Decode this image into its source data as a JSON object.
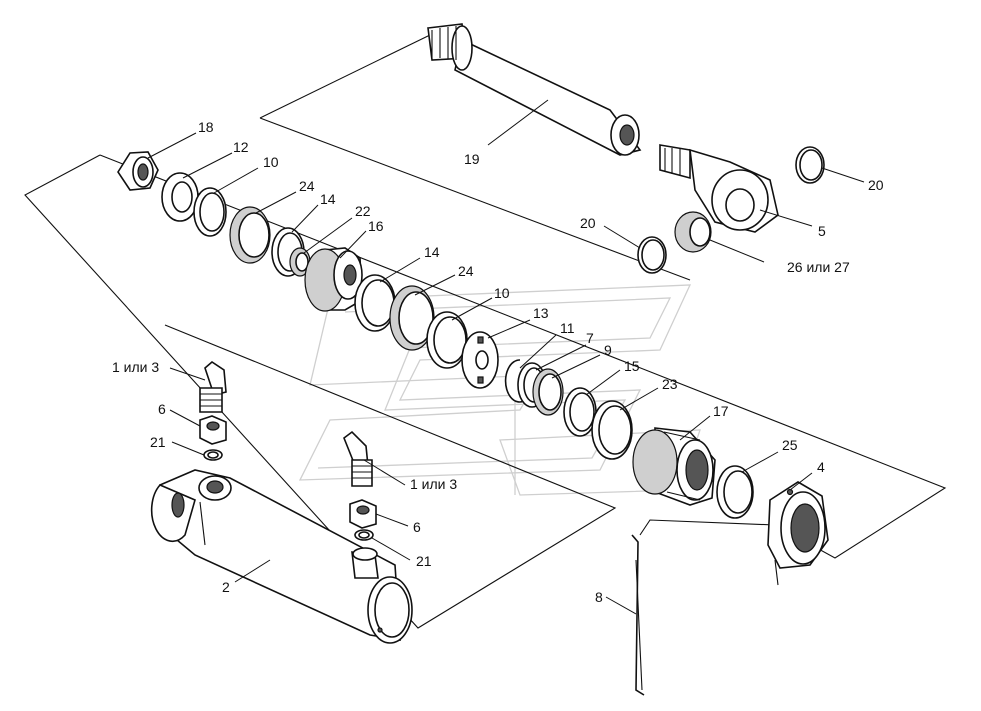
{
  "labels": {
    "l18": "18",
    "l12": "12",
    "l10a": "10",
    "l24a": "24",
    "l14a": "14",
    "l22": "22",
    "l16": "16",
    "l14b": "14",
    "l24b": "24",
    "l10b": "10",
    "l13": "13",
    "l11": "11",
    "l7": "7",
    "l9": "9",
    "l15": "15",
    "l23": "23",
    "l17": "17",
    "l25": "25",
    "l4": "4",
    "l19": "19",
    "l20a": "20",
    "l20b": "20",
    "l5": "5",
    "l26": "26 или 27",
    "l1a": "1 или 3",
    "l6a": "6",
    "l21a": "21",
    "l1b": "1 или 3",
    "l6b": "6",
    "l21b": "21",
    "l2": "2",
    "l8": "8"
  }
}
